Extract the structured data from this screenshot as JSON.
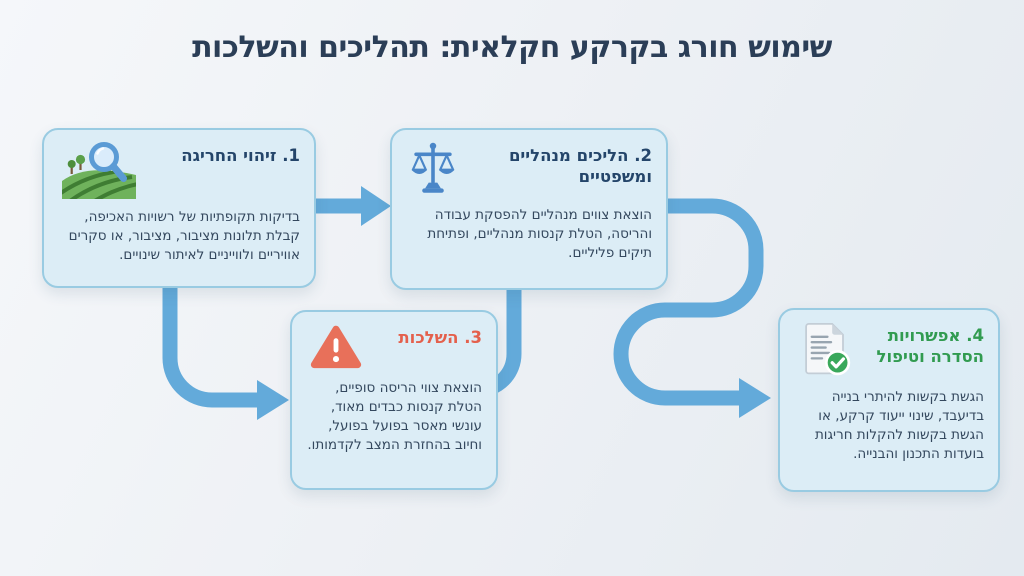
{
  "title": "שימוש חורג בקרקע חקלאית: תהליכים והשלכות",
  "colors": {
    "accent_blue": "#63aada",
    "box_fill": "#dcedf6",
    "box_border": "#99cbe2",
    "title_navy": "#2b3e57",
    "warning_coral": "#e4604c",
    "success_green": "#319b50"
  },
  "boxes": [
    {
      "icon": "field-magnifier-icon",
      "title": "1. זיהוי החריגה",
      "body": "בדיקות תקופתיות של רשויות האכיפה, קבלת תלונות מציבור, מציבור, או סקרים אוויריים ולווייניים לאיתור שינויים."
    },
    {
      "icon": "justice-scales-icon",
      "title": "2. הליכים מנהליים ומשפטיים",
      "body": "הוצאת צווים מנהליים להפסקת עבודה והריסה, הטלת קנסות מנהליים, ופתיחת תיקים פליליים."
    },
    {
      "icon": "warning-triangle-icon",
      "title": "3. השלכות",
      "body": "הוצאת צווי הריסה סופיים, הטלת קנסות כבדים מאוד, עונשי מאסר בפועל בפועל, וחיוב בהחזרת המצב לקדמותו."
    },
    {
      "icon": "document-check-icon",
      "title": "4. אפשרויות הסדרה וטיפול",
      "body": "הגשת בקשות להיתרי בנייה בדיעבד, שינוי ייעוד קרקע, או הגשת בקשות להקלות חריגות בועדות התכנון והבנייה."
    }
  ]
}
